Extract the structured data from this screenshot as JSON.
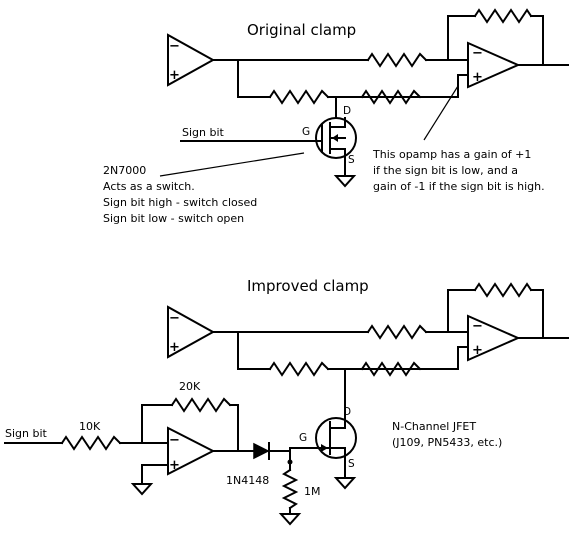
{
  "top": {
    "title": "Original clamp",
    "sign_bit": "Sign bit",
    "gate_pin": "G",
    "drain_pin": "D",
    "source_pin": "S",
    "part": "2N7000",
    "note1": "Acts as a switch.",
    "note2": "Sign bit high - switch closed",
    "note3": "Sign bit low - switch open",
    "opamp_note1": "This opamp has a gain of +1",
    "opamp_note2": "if the sign bit is low, and a",
    "opamp_note3": "gain of -1 if the sign bit is high."
  },
  "bottom": {
    "title": "Improved clamp",
    "sign_bit": "Sign bit",
    "r_input": "10K",
    "r_feedback": "20K",
    "diode": "1N4148",
    "r_gate": "1M",
    "gate_pin": "G",
    "drain_pin": "D",
    "source_pin": "S",
    "jfet1": "N-Channel JFET",
    "jfet2": "(J109, PN5433, etc.)"
  },
  "opamp_symbols": {
    "minus": "−",
    "plus": "+"
  }
}
